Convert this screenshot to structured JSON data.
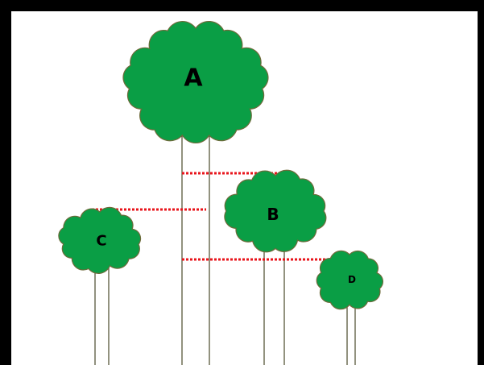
{
  "diagram": {
    "colors": {
      "background": "#ffffff",
      "frame": "#000000",
      "canopy_fill": "#0a9e45",
      "canopy_stroke": "#6e6a3a",
      "trunk_stroke": "#4a4a2a",
      "height_line": "#e8141b"
    },
    "trees": [
      {
        "id": "A",
        "label": "A"
      },
      {
        "id": "B",
        "label": "B"
      },
      {
        "id": "C",
        "label": "C"
      },
      {
        "id": "D",
        "label": "D"
      }
    ],
    "height_lines": [
      {
        "from": "A",
        "to": "B"
      },
      {
        "from": "C",
        "to": "A"
      },
      {
        "from": "A",
        "to": "D"
      }
    ]
  }
}
